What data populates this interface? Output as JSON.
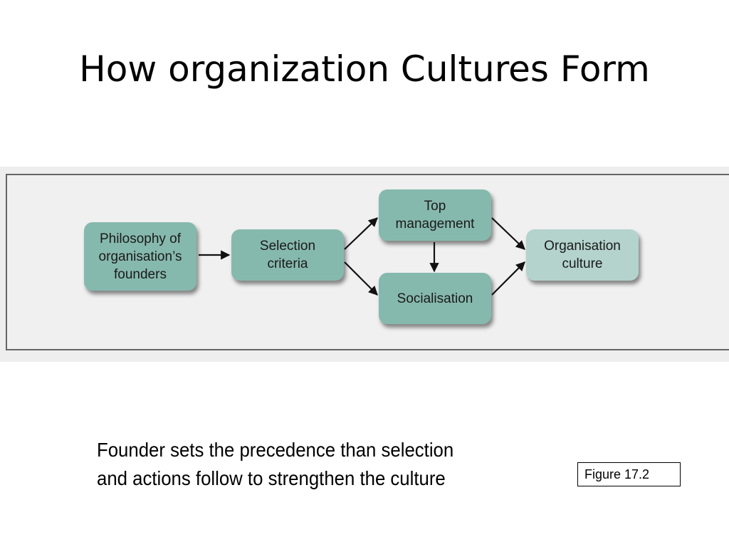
{
  "slide": {
    "title": "How organization Cultures Form"
  },
  "diagram": {
    "nodes": {
      "philosophy": "Philosophy of\norganisation’s\nfounders",
      "selection": "Selection\ncriteria",
      "top_management": "Top\nmanagement",
      "socialisation": "Socialisation",
      "culture": "Organisation\nculture"
    },
    "colors": {
      "node_fill": "#86b9ad",
      "result_fill": "#b4d3cd",
      "arrow": "#111111"
    }
  },
  "caption": {
    "line1": "Founder sets the precedence than selection",
    "line2": "and actions follow to strengthen the culture"
  },
  "figure_label": "Figure 17.2"
}
